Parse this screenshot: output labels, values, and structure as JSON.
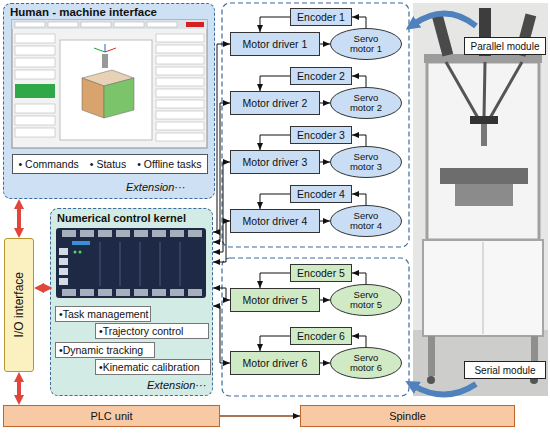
{
  "diagram": {
    "nodes": [
      {
        "text": [
          "Human - machine interface",
          "Extension···"
        ]
      },
      {
        "text": [
          "• Commands",
          "• Status",
          "• Offline tasks"
        ],
        "in": 0
      },
      {
        "text": [
          "I/O interface"
        ]
      },
      {
        "text": [
          "Numerical control kernel",
          "Extension···"
        ]
      },
      {
        "text": [
          "•Task management"
        ],
        "in": 3
      },
      {
        "text": [
          "•Trajectory control"
        ],
        "in": 3
      },
      {
        "text": [
          "•Dynamic tracking"
        ],
        "in": 3
      },
      {
        "text": [
          "•Kinematic calibration"
        ],
        "in": 3
      },
      {
        "text": [
          "Encoder 1"
        ]
      },
      {
        "text": [
          "Motor driver 1"
        ]
      },
      {
        "text": [
          "Servo motor 1"
        ]
      },
      {
        "text": [
          "Encoder 2"
        ]
      },
      {
        "text": [
          "Motor driver 2"
        ]
      },
      {
        "text": [
          "Servo motor 2"
        ]
      },
      {
        "text": [
          "Encoder 3"
        ]
      },
      {
        "text": [
          "Motor driver 3"
        ]
      },
      {
        "text": [
          "Servo motor 3"
        ]
      },
      {
        "text": [
          "Encoder 4"
        ]
      },
      {
        "text": [
          "Motor driver 4"
        ]
      },
      {
        "text": [
          "Servo motor 4"
        ]
      },
      {
        "text": [
          "Parallel module"
        ]
      },
      {
        "text": [
          "Encoder 5"
        ]
      },
      {
        "text": [
          "Motor driver 5"
        ]
      },
      {
        "text": [
          "Servo motor 5"
        ]
      },
      {
        "text": [
          "Encoder 6"
        ]
      },
      {
        "text": [
          "Motor driver 6"
        ]
      },
      {
        "text": [
          "Servo motor 6"
        ]
      },
      {
        "text": [
          "Serial module"
        ]
      },
      {
        "text": [
          "PLC unit"
        ]
      },
      {
        "text": [
          "Spindle"
        ]
      }
    ],
    "edges": [
      {
        "from": 2,
        "to": 0,
        "arrow": "both"
      },
      {
        "from": 2,
        "to": 3,
        "arrow": "both"
      },
      {
        "from": 2,
        "to": 28,
        "arrow": "both"
      },
      {
        "from": 28,
        "to": 29,
        "arrow": "to"
      },
      {
        "from": 3,
        "to": 9,
        "arrow": "both"
      },
      {
        "from": 3,
        "to": 12,
        "arrow": "both"
      },
      {
        "from": 3,
        "to": 15,
        "arrow": "both"
      },
      {
        "from": 3,
        "to": 18,
        "arrow": "both"
      },
      {
        "from": 3,
        "to": 22,
        "arrow": "both"
      },
      {
        "from": 3,
        "to": 25,
        "arrow": "both"
      },
      {
        "from": 9,
        "to": 10,
        "arrow": "to"
      },
      {
        "from": 10,
        "to": 8,
        "arrow": "to"
      },
      {
        "from": 8,
        "to": 9,
        "arrow": "to"
      },
      {
        "from": 12,
        "to": 13,
        "arrow": "to"
      },
      {
        "from": 13,
        "to": 11,
        "arrow": "to"
      },
      {
        "from": 11,
        "to": 12,
        "arrow": "to"
      },
      {
        "from": 15,
        "to": 16,
        "arrow": "to"
      },
      {
        "from": 16,
        "to": 14,
        "arrow": "to"
      },
      {
        "from": 14,
        "to": 15,
        "arrow": "to"
      },
      {
        "from": 18,
        "to": 19,
        "arrow": "to"
      },
      {
        "from": 19,
        "to": 17,
        "arrow": "to"
      },
      {
        "from": 17,
        "to": 18,
        "arrow": "to"
      },
      {
        "from": 22,
        "to": 23,
        "arrow": "to"
      },
      {
        "from": 23,
        "to": 21,
        "arrow": "to"
      },
      {
        "from": 21,
        "to": 22,
        "arrow": "to"
      },
      {
        "from": 25,
        "to": 26,
        "arrow": "to"
      },
      {
        "from": 26,
        "to": 24,
        "arrow": "to"
      },
      {
        "from": 24,
        "to": 25,
        "arrow": "to"
      }
    ]
  }
}
